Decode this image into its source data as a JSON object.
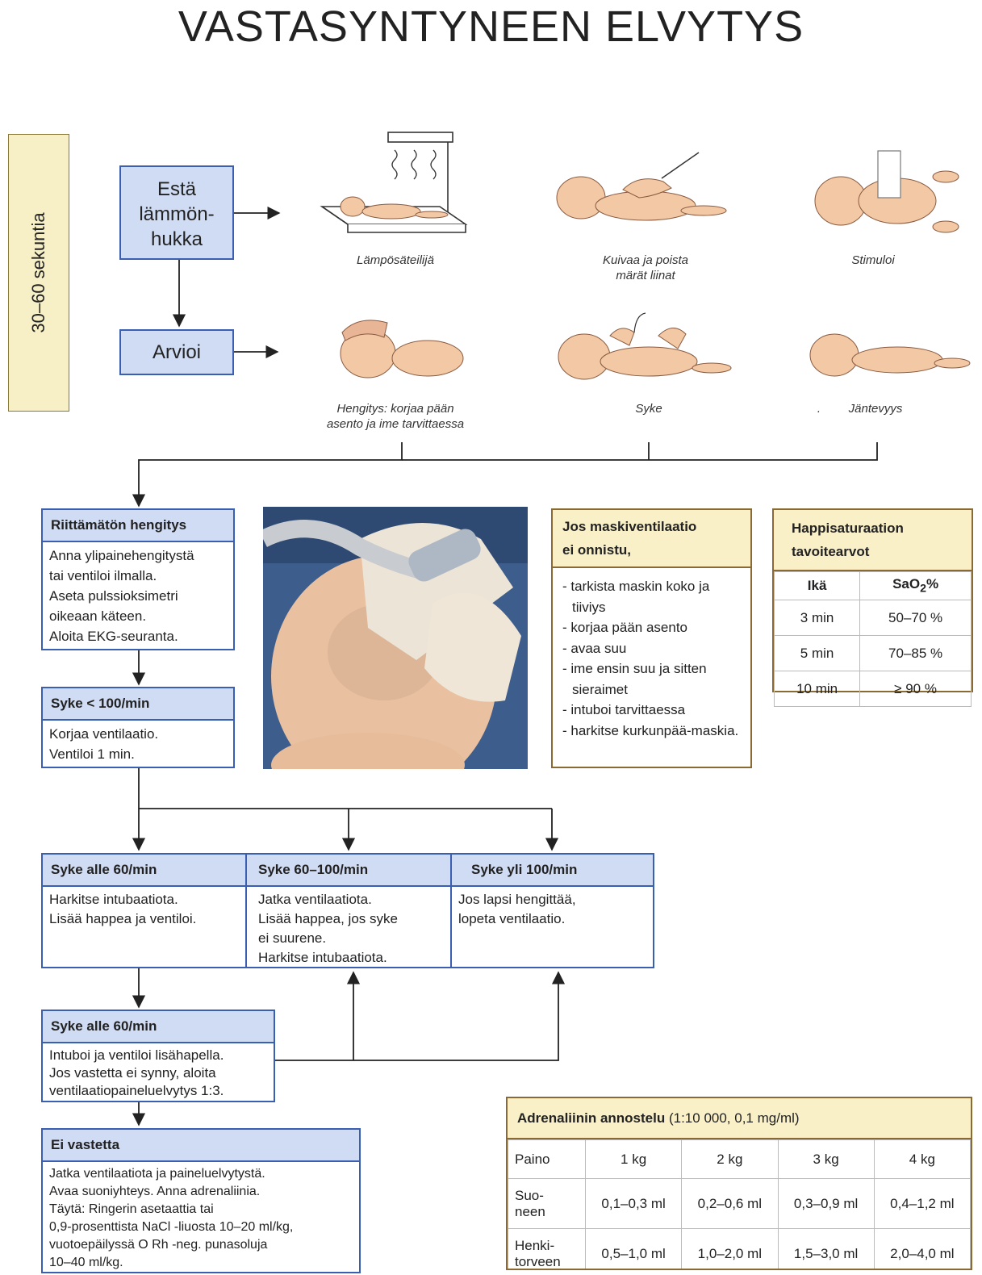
{
  "title": "VASTASYNTYNEEN ELVYTYS",
  "side_label": "30–60 sekuntia",
  "top_boxes": {
    "prevent": "Estä\nlämmön-\nhukka",
    "assess": "Arvioi"
  },
  "captions": {
    "warmer": "Lämpösäteilijä",
    "dry": "Kuivaa ja poista\nmärät liinat",
    "stimulate": "Stimuloi",
    "breathing": "Hengitys: korjaa pään\nasento ja ime tarvittaessa",
    "heart": "Syke",
    "tone_dot": ".",
    "tone": "Jäntevyys"
  },
  "flow": {
    "inadequate": {
      "title": "Riittämätön hengitys",
      "body": "Anna ylipainehengitystä\ntai ventiloi ilmalla.\nAseta pulssioksimetri\noikeaan käteen.\nAloita EKG-seuranta."
    },
    "hr100": {
      "title": "Syke < 100/min",
      "body": "Korjaa ventilaatio.\nVentiloi 1 min."
    },
    "hr_below60": {
      "title": "Syke alle 60/min",
      "body": "Harkitse intubaatiota.\nLisää happea ja ventiloi."
    },
    "hr_60_100": {
      "title": "Syke 60–100/min",
      "body": "Jatka ventilaatiota.\nLisää happea, jos syke\nei suurene.\nHarkitse intubaatiota."
    },
    "hr_over100": {
      "title": "Syke yli 100/min",
      "body": "Jos lapsi hengittää,\nlopeta ventilaatio."
    },
    "hr_below60_b": {
      "title": "Syke alle 60/min",
      "body": "Intuboi ja ventiloi lisähapella.\nJos vastetta ei synny, aloita\nventilaatiopaineluelvytys 1:3."
    },
    "no_response": {
      "title": "Ei vastetta",
      "body": "Jatka ventilaatiota ja paineluelvytystä.\nAvaa suoniyhteys. Anna adrenaliinia.\nTäytä: Ringerin asetaattia tai\n0,9-prosenttista NaCl -liuosta 10–20 ml/kg,\nvuotoepäilyssä O Rh -neg. punasoluja\n10–40 ml/kg."
    }
  },
  "mask_box": {
    "title": "Jos maskiventilaatio\nei onnistu,",
    "items": [
      "- tarkista maskin koko ja tiiviys",
      "- korjaa pään asento",
      "- avaa suu",
      "- ime ensin suu ja sitten sieraimet",
      "- intuboi tarvittaessa",
      "- harkitse kurkunpää-maskia."
    ]
  },
  "saturation": {
    "title": "Happisaturaation\ntavoitearvot",
    "col_age": "Ikä",
    "col_sat": "SaO",
    "col_sat_sub": "2",
    "col_sat_suffix": "%",
    "rows": [
      {
        "age": "3 min",
        "sat": "50–70 %"
      },
      {
        "age": "5 min",
        "sat": "70–85 %"
      },
      {
        "age": "10 min",
        "sat": "≥ 90 %"
      }
    ]
  },
  "adrenaline": {
    "title_bold": "Adrenaliinin annostelu",
    "title_rest": " (1:10 000, 0,1 mg/ml)",
    "header": [
      "Paino",
      "1 kg",
      "2 kg",
      "3 kg",
      "4 kg"
    ],
    "rows": [
      {
        "label": "Suo-\nneen",
        "values": [
          "0,1–0,3 ml",
          "0,2–0,6 ml",
          "0,3–0,9 ml",
          "0,4–1,2 ml"
        ]
      },
      {
        "label": "Henki-\ntorveen",
        "values": [
          "0,5–1,0 ml",
          "1,0–2,0 ml",
          "1,5–3,0 ml",
          "2,0–4,0 ml"
        ]
      }
    ]
  },
  "colors": {
    "blue_fill": "#cfdcf4",
    "blue_border": "#3b5fb0",
    "yellow_fill": "#faf0c8",
    "yellow_border": "#8a6a30",
    "skin": "#f2c9a4"
  }
}
